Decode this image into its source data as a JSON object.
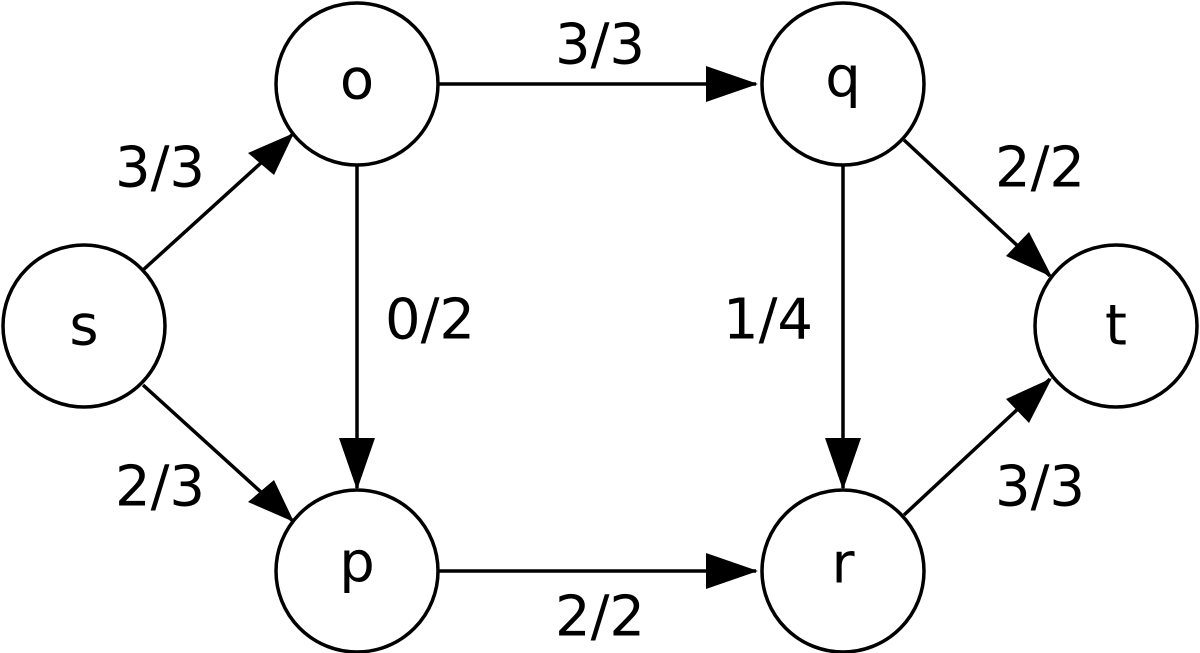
{
  "graph": {
    "nodes": [
      {
        "id": "s",
        "label": "s"
      },
      {
        "id": "o",
        "label": "o"
      },
      {
        "id": "p",
        "label": "p"
      },
      {
        "id": "q",
        "label": "q"
      },
      {
        "id": "r",
        "label": "r"
      },
      {
        "id": "t",
        "label": "t"
      }
    ],
    "edges": [
      {
        "from": "s",
        "to": "o",
        "label": "3/3"
      },
      {
        "from": "s",
        "to": "p",
        "label": "2/3"
      },
      {
        "from": "o",
        "to": "q",
        "label": "3/3"
      },
      {
        "from": "o",
        "to": "p",
        "label": "0/2"
      },
      {
        "from": "p",
        "to": "r",
        "label": "2/2"
      },
      {
        "from": "q",
        "to": "r",
        "label": "1/4"
      },
      {
        "from": "q",
        "to": "t",
        "label": "2/2"
      },
      {
        "from": "r",
        "to": "t",
        "label": "3/3"
      }
    ]
  }
}
